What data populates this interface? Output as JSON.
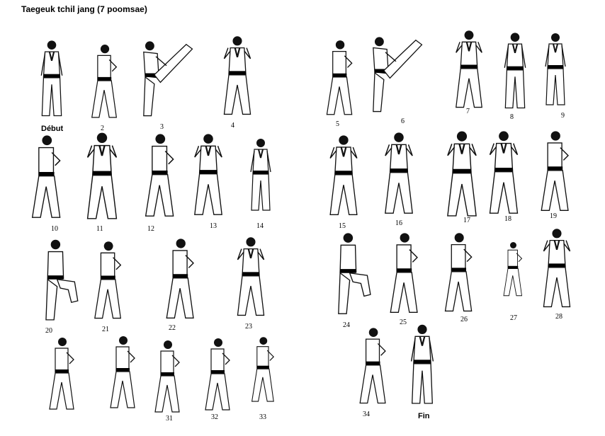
{
  "title": "Taegeuk tchil jang (7 poomsae)",
  "labels": {
    "start": "Début",
    "end": "Fin",
    "n2": "2",
    "n3": "3",
    "n4": "4",
    "n5": "5",
    "n6": "6",
    "n7": "7",
    "n8": "8",
    "n9": "9",
    "n10": "10",
    "n11": "11",
    "n12": "12",
    "n13": "13",
    "n14": "14",
    "n15": "15",
    "n16": "16",
    "n17": "17",
    "n18": "18",
    "n19": "19",
    "n20": "20",
    "n21": "21",
    "n22": "22",
    "n23": "23",
    "n24": "24",
    "n25": "25",
    "n26": "26",
    "n27": "27",
    "n28": "28",
    "n31": "31",
    "n32": "32",
    "n33": "33",
    "n34": "34"
  },
  "colors": {
    "belt": "#000000",
    "outline": "#111111",
    "uniform": "#ffffff"
  }
}
